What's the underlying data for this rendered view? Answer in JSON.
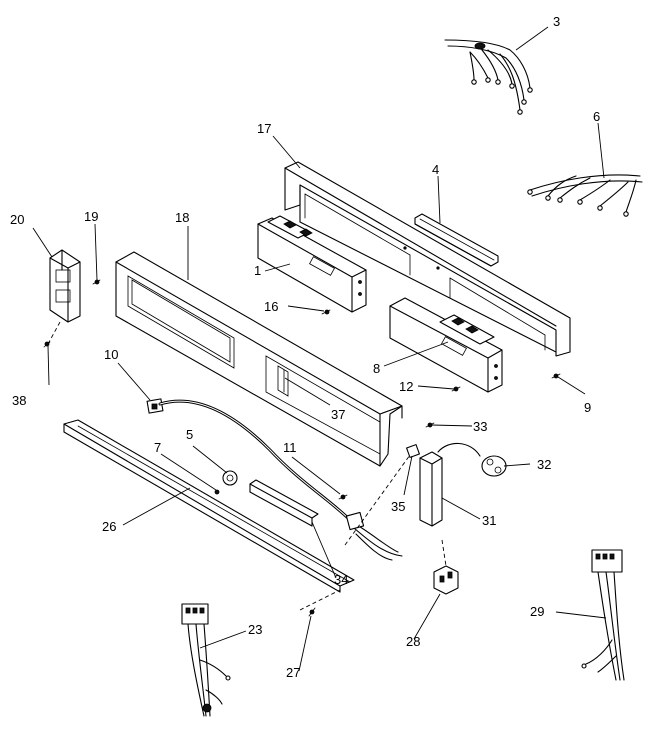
{
  "labels": {
    "p1": "1",
    "p3": "3",
    "p4": "4",
    "p5": "5",
    "p6": "6",
    "p7": "7",
    "p8": "8",
    "p9": "9",
    "p10": "10",
    "p11": "11",
    "p12": "12",
    "p16": "16",
    "p17": "17",
    "p18": "18",
    "p19": "19",
    "p20": "20",
    "p23": "23",
    "p26": "26",
    "p27": "27",
    "p28": "28",
    "p29": "29",
    "p31": "31",
    "p32": "32",
    "p33": "33",
    "p34": "34",
    "p35": "35",
    "p37": "37",
    "p38": "38"
  }
}
